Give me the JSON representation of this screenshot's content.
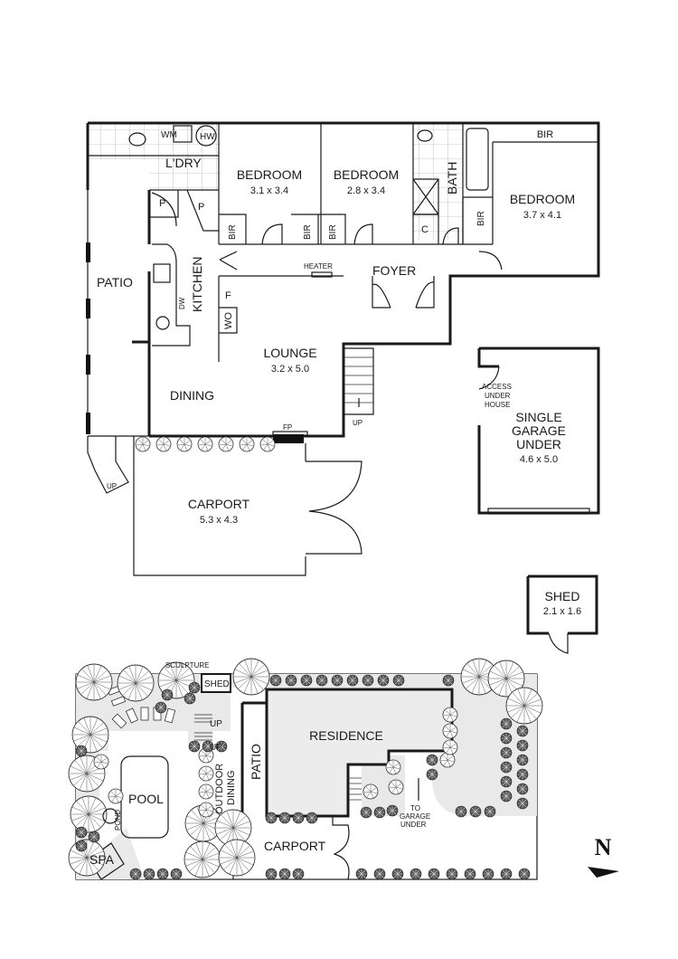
{
  "floorplan": {
    "rooms": {
      "laundry": {
        "label": "L'DRY"
      },
      "wm": {
        "label": "WM"
      },
      "hw": {
        "label": "HW"
      },
      "pantry1": {
        "label": "P"
      },
      "pantry2": {
        "label": "P"
      },
      "bedroom1": {
        "label": "BEDROOM",
        "dims": "3.1 x 3.4"
      },
      "bedroom2": {
        "label": "BEDROOM",
        "dims": "2.8 x 3.4"
      },
      "bedroom3": {
        "label": "BEDROOM",
        "dims": "3.7 x 4.1"
      },
      "bath": {
        "label": "BATH"
      },
      "linen": {
        "label": "C"
      },
      "bir1": {
        "label": "BIR"
      },
      "bir2": {
        "label": "BIR"
      },
      "bir3": {
        "label": "BIR"
      },
      "bir4": {
        "label": "BIR"
      },
      "bir5": {
        "label": "BIR"
      },
      "patio": {
        "label": "PATIO"
      },
      "kitchen": {
        "label": "KITCHEN"
      },
      "dw": {
        "label": "DW"
      },
      "fridge": {
        "label": "F"
      },
      "wall_oven": {
        "label": "WO"
      },
      "heater": {
        "label": "HEATER"
      },
      "foyer": {
        "label": "FOYER"
      },
      "lounge": {
        "label": "LOUNGE",
        "dims": "3.2 x 5.0"
      },
      "dining": {
        "label": "DINING"
      },
      "fireplace": {
        "label": "FP"
      },
      "stairs_up": {
        "label": "UP"
      },
      "patio_up": {
        "label": "UP"
      },
      "carport": {
        "label": "CARPORT",
        "dims": "5.3 x 4.3"
      },
      "garage": {
        "label_lines": [
          "SINGLE",
          "GARAGE",
          "UNDER"
        ],
        "dims": "4.6 x 5.0"
      },
      "access": {
        "label_lines": [
          "ACCESS",
          "UNDER",
          "HOUSE"
        ]
      },
      "shed": {
        "label": "SHED",
        "dims": "2.1 x 1.6"
      }
    }
  },
  "siteplan": {
    "sculpture": "SCULPTURE",
    "shed": "SHED",
    "up1": "UP",
    "up2": "UP",
    "outdoor_dining_lines": [
      "OUTDOOR",
      "DINING"
    ],
    "patio": "PATIO",
    "residence": "RESIDENCE",
    "pool": "POOL",
    "pond": "POND",
    "spa": "SPA",
    "carport": "CARPORT",
    "to_garage_lines": [
      "TO",
      "GARAGE",
      "UNDER"
    ]
  },
  "compass": {
    "label": "N"
  }
}
